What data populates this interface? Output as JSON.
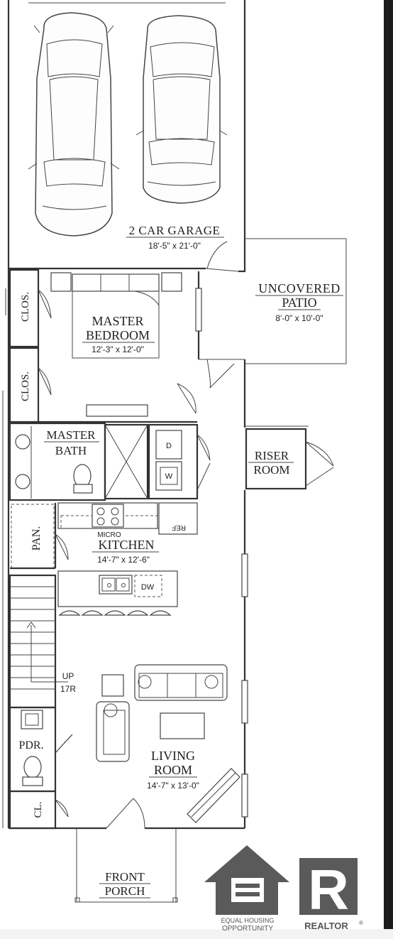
{
  "plan": {
    "garage": {
      "name": "2 CAR GARAGE",
      "size": "18'-5\" x 21'-0\""
    },
    "patio": {
      "name_line1": "UNCOVERED",
      "name_line2": "PATIO",
      "size": "8'-0\" x 10'-0\""
    },
    "master_bedroom": {
      "name_line1": "MASTER",
      "name_line2": "BEDROOM",
      "size": "12'-3\" x 12'-0\""
    },
    "closet_upper": "CLOS.",
    "closet_lower": "CLOS.",
    "master_bath": {
      "name_line1": "MASTER",
      "name_line2": "BATH"
    },
    "washer": "W",
    "dryer": "D",
    "riser_room": {
      "name_line1": "RISER",
      "name_line2": "ROOM"
    },
    "pantry": "PAN.",
    "ref": "REF",
    "micro": "MICRO",
    "kitchen": {
      "name": "KITCHEN",
      "size": "14'-7\" x 12'-6\""
    },
    "dishwasher": "DW",
    "stairs": {
      "line1": "UP",
      "line2": "17R"
    },
    "powder": "PDR.",
    "closet_front": "CL.",
    "living_room": {
      "name_line1": "LIVING",
      "name_line2": "ROOM",
      "size": "14'-7\" x 13'-0\""
    },
    "front_porch": {
      "name_line1": "FRONT",
      "name_line2": "PORCH"
    }
  },
  "logos": {
    "equal_housing_line1": "EQUAL HOUSING",
    "equal_housing_line2": "OPPORTUNITY",
    "realtor_letter": "R",
    "realtor_text": "REALTOR",
    "realtor_mark": "®"
  },
  "colors": {
    "logo_gray": "#5a5a5a",
    "wall": "#333333",
    "frame": "#1a1a1a"
  }
}
